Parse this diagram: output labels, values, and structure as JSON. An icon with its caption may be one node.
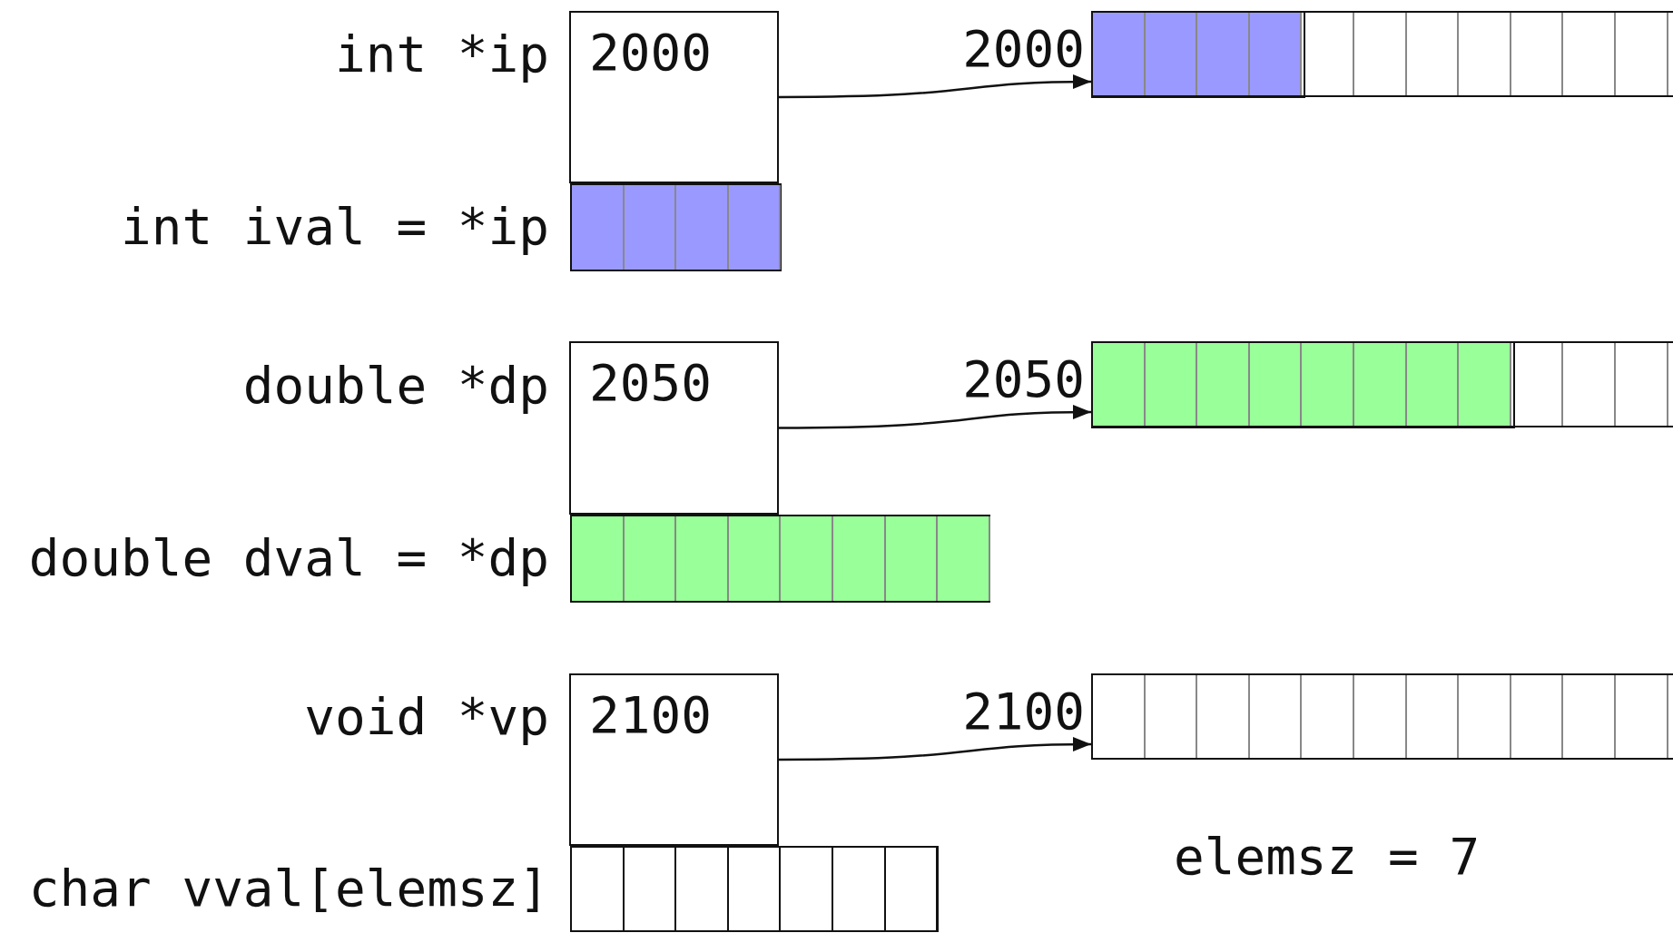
{
  "diagram": {
    "nodes": [
      {
        "text": [
          "2000"
        ],
        "beside": [
          "int *ip"
        ]
      },
      {
        "text": [],
        "shape": "bar",
        "beside": [
          "2000"
        ]
      },
      {
        "text": [],
        "shape": "bar",
        "beside": [
          "int ival = *ip"
        ]
      },
      {
        "text": [
          "2050"
        ],
        "beside": [
          "double *dp"
        ]
      },
      {
        "text": [],
        "shape": "bar",
        "beside": [
          "2050"
        ]
      },
      {
        "text": [],
        "shape": "bar",
        "beside": [
          "double dval = *dp"
        ]
      },
      {
        "text": [
          "2100"
        ],
        "beside": [
          "void *vp"
        ]
      },
      {
        "text": [],
        "shape": "bar",
        "beside": [
          "2100"
        ]
      },
      {
        "text": [],
        "shape": "bar",
        "beside": [
          "char vval[elemsz]"
        ]
      }
    ],
    "edges": [
      {
        "from": 0,
        "to": 1,
        "arrow": "to"
      },
      {
        "from": 3,
        "to": 4,
        "arrow": "to"
      },
      {
        "from": 6,
        "to": 7,
        "arrow": "to"
      }
    ],
    "labels": [
      "elemsz = 7"
    ]
  }
}
